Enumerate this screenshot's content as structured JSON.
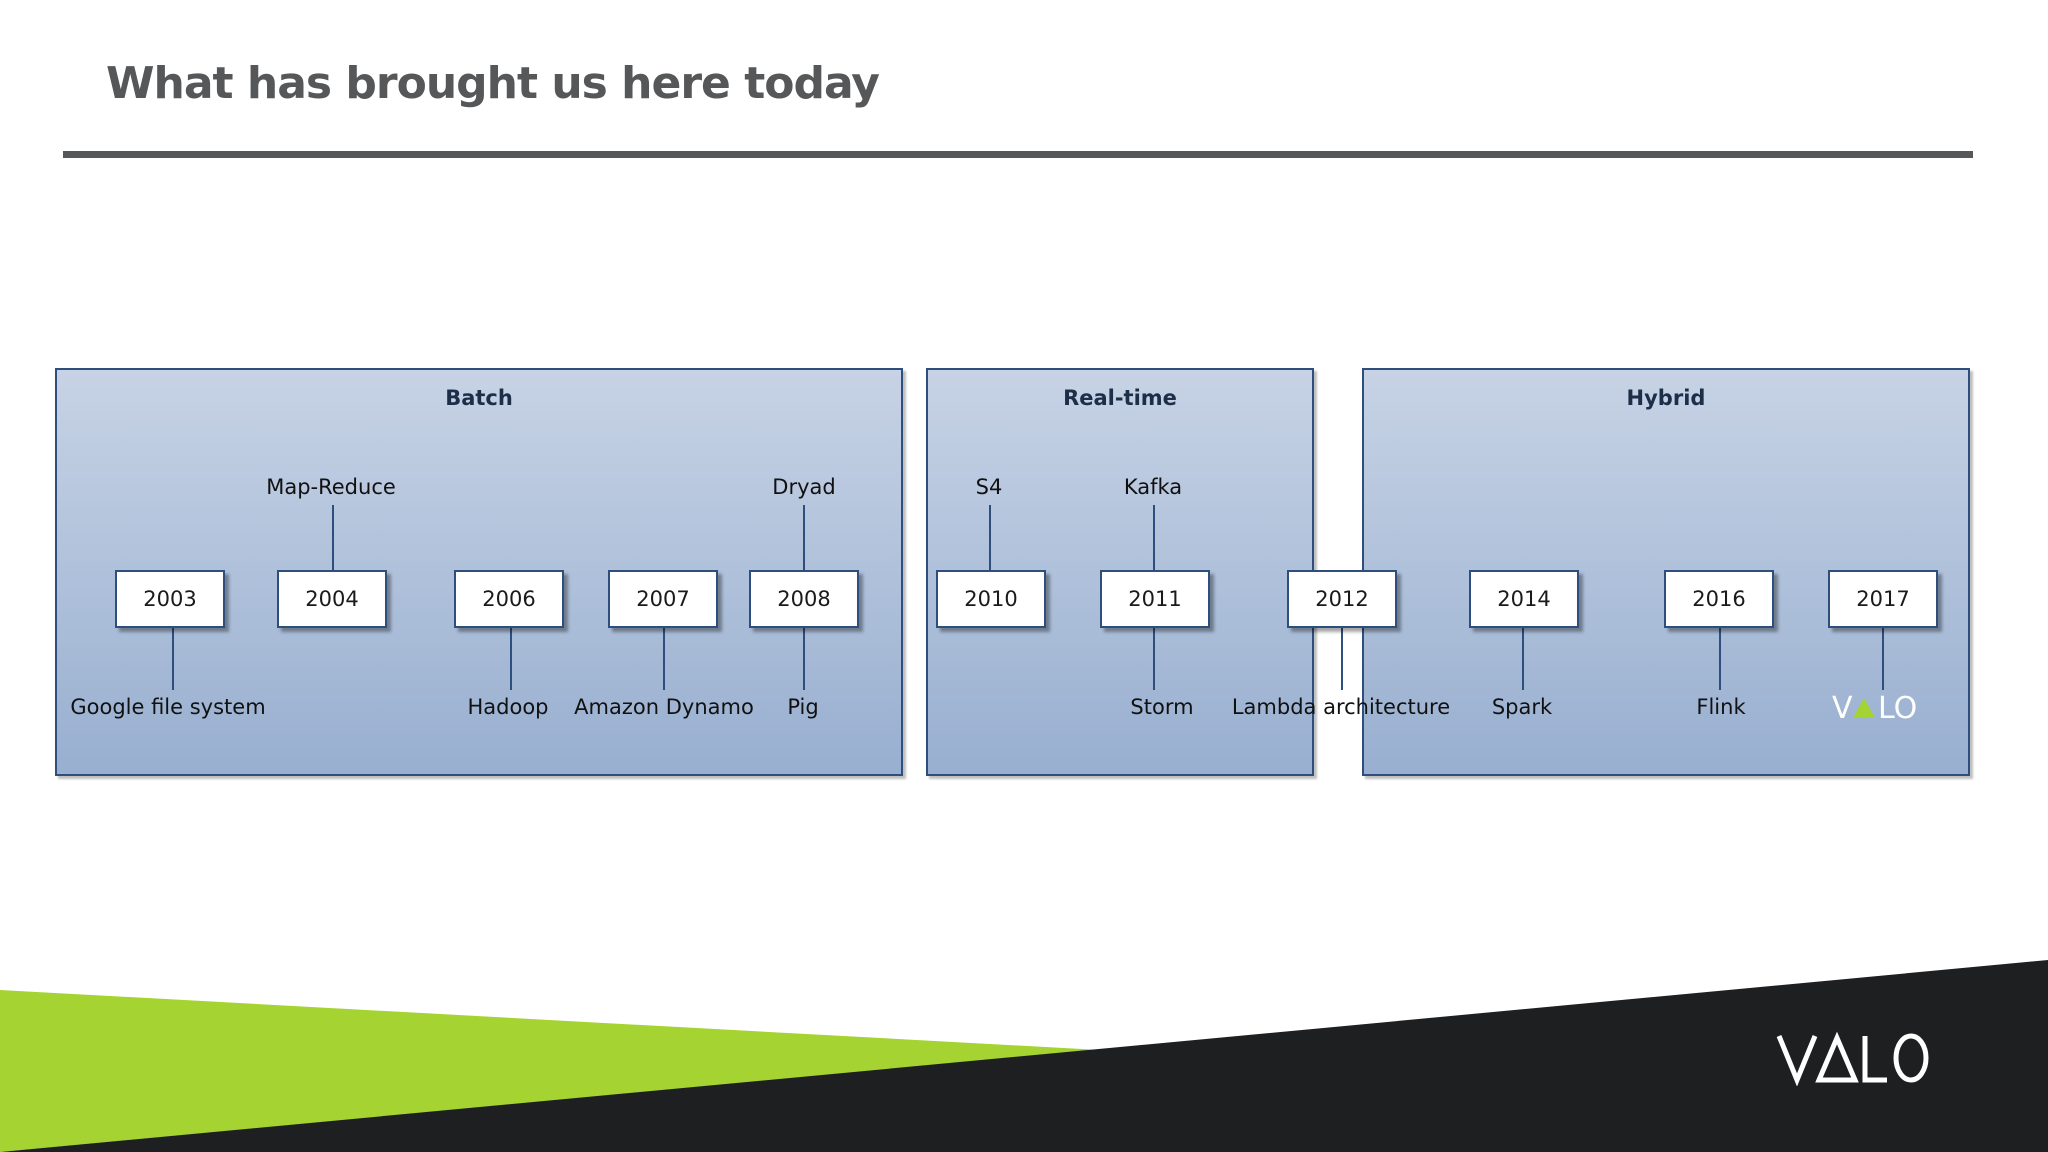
{
  "slide": {
    "title": "What has brought us here today"
  },
  "panels": [
    {
      "title": "Batch"
    },
    {
      "title": "Real-time"
    },
    {
      "title": "Hybrid"
    }
  ],
  "years": [
    "2003",
    "2004",
    "2006",
    "2007",
    "2008",
    "2010",
    "2011",
    "2012",
    "2014",
    "2016",
    "2017"
  ],
  "above_labels": [
    "Map-Reduce",
    "Dryad",
    "S4",
    "Kafka"
  ],
  "below_labels": [
    "Google file system",
    "Hadoop",
    "Amazon Dynamo",
    "Pig",
    "Storm",
    "Lambda architecture",
    "Spark",
    "Flink"
  ],
  "logo": {
    "text": "VALO"
  },
  "colors": {
    "accent_green": "#a4d332",
    "dark": "#1e1f21",
    "panel_border": "#2e4f7e",
    "title_gray": "#555759"
  }
}
